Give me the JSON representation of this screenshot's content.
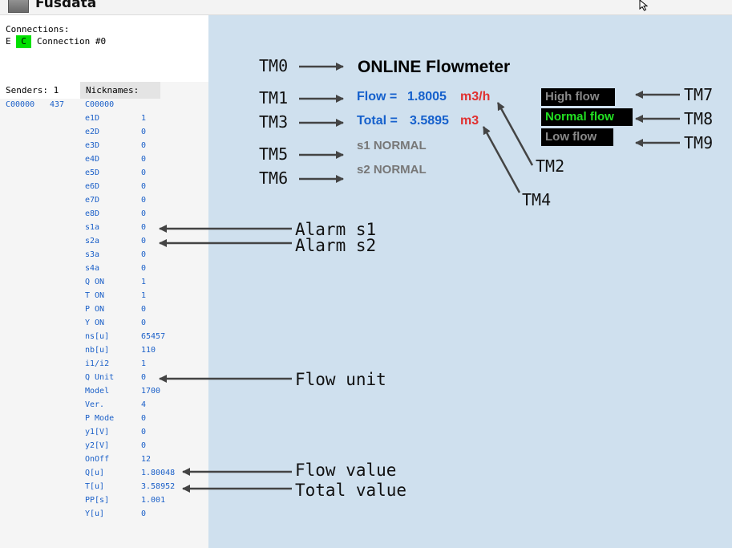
{
  "window": {
    "title": "Fusdata"
  },
  "connections": {
    "label": "Connections:",
    "state": "E",
    "status": "C",
    "name": "Connection #0",
    "status_color": "#00e000"
  },
  "senders": {
    "header": "Senders: 1",
    "items": [
      {
        "id": "C00000",
        "count": "437"
      }
    ]
  },
  "nicknames": {
    "header": "Nicknames:",
    "items": [
      {
        "name": "C00000",
        "value": ""
      },
      {
        "name": "e1D",
        "value": "1"
      },
      {
        "name": "e2D",
        "value": "0"
      },
      {
        "name": "e3D",
        "value": "0"
      },
      {
        "name": "e4D",
        "value": "0"
      },
      {
        "name": "e5D",
        "value": "0"
      },
      {
        "name": "e6D",
        "value": "0"
      },
      {
        "name": "e7D",
        "value": "0"
      },
      {
        "name": "e8D",
        "value": "0"
      },
      {
        "name": "s1a",
        "value": "0"
      },
      {
        "name": "s2a",
        "value": "0"
      },
      {
        "name": "s3a",
        "value": "0"
      },
      {
        "name": "s4a",
        "value": "0"
      },
      {
        "name": "Q ON",
        "value": "1"
      },
      {
        "name": "T ON",
        "value": "1"
      },
      {
        "name": "P ON",
        "value": "0"
      },
      {
        "name": "Y ON",
        "value": "0"
      },
      {
        "name": "ns[u]",
        "value": "65457"
      },
      {
        "name": "nb[u]",
        "value": "110"
      },
      {
        "name": "i1/i2",
        "value": "1"
      },
      {
        "name": "Q Unit",
        "value": "0"
      },
      {
        "name": "Model",
        "value": "1700"
      },
      {
        "name": "Ver.",
        "value": "4"
      },
      {
        "name": "P Mode",
        "value": "0"
      },
      {
        "name": "y1[V]",
        "value": "0"
      },
      {
        "name": "y2[V]",
        "value": "0"
      },
      {
        "name": "OnOff",
        "value": "12"
      },
      {
        "name": "Q[u]",
        "value": "1.80048"
      },
      {
        "name": "T[u]",
        "value": "3.58952"
      },
      {
        "name": "PP[s]",
        "value": "1.001"
      },
      {
        "name": "Y[u]",
        "value": "0"
      }
    ]
  },
  "scada": {
    "heading": "ONLINE Flowmeter",
    "flow_label": "Flow =",
    "flow_value": "1.8005",
    "flow_unit": "m3/h",
    "total_label": "Total =",
    "total_value": "3.5895",
    "total_unit": "m3",
    "s1_status": "s1 NORMAL",
    "s2_status": "s2 NORMAL",
    "indicators": {
      "high": "High flow",
      "normal": "Normal flow",
      "low": "Low flow"
    },
    "colors": {
      "panel_bg": "#cfe0ee",
      "blue_text": "#1560cc",
      "red_text": "#e03030",
      "grey_text": "#777777",
      "normal_flow_active": "#22e022"
    }
  },
  "annotations": {
    "tm0": "TM0",
    "tm1": "TM1",
    "tm2": "TM2",
    "tm3": "TM3",
    "tm4": "TM4",
    "tm5": "TM5",
    "tm6": "TM6",
    "tm7": "TM7",
    "tm8": "TM8",
    "tm9": "TM9",
    "alarm_s1": "Alarm s1",
    "alarm_s2": "Alarm s2",
    "flow_unit": "Flow unit",
    "flow_value": "Flow value",
    "total_value": "Total value"
  }
}
